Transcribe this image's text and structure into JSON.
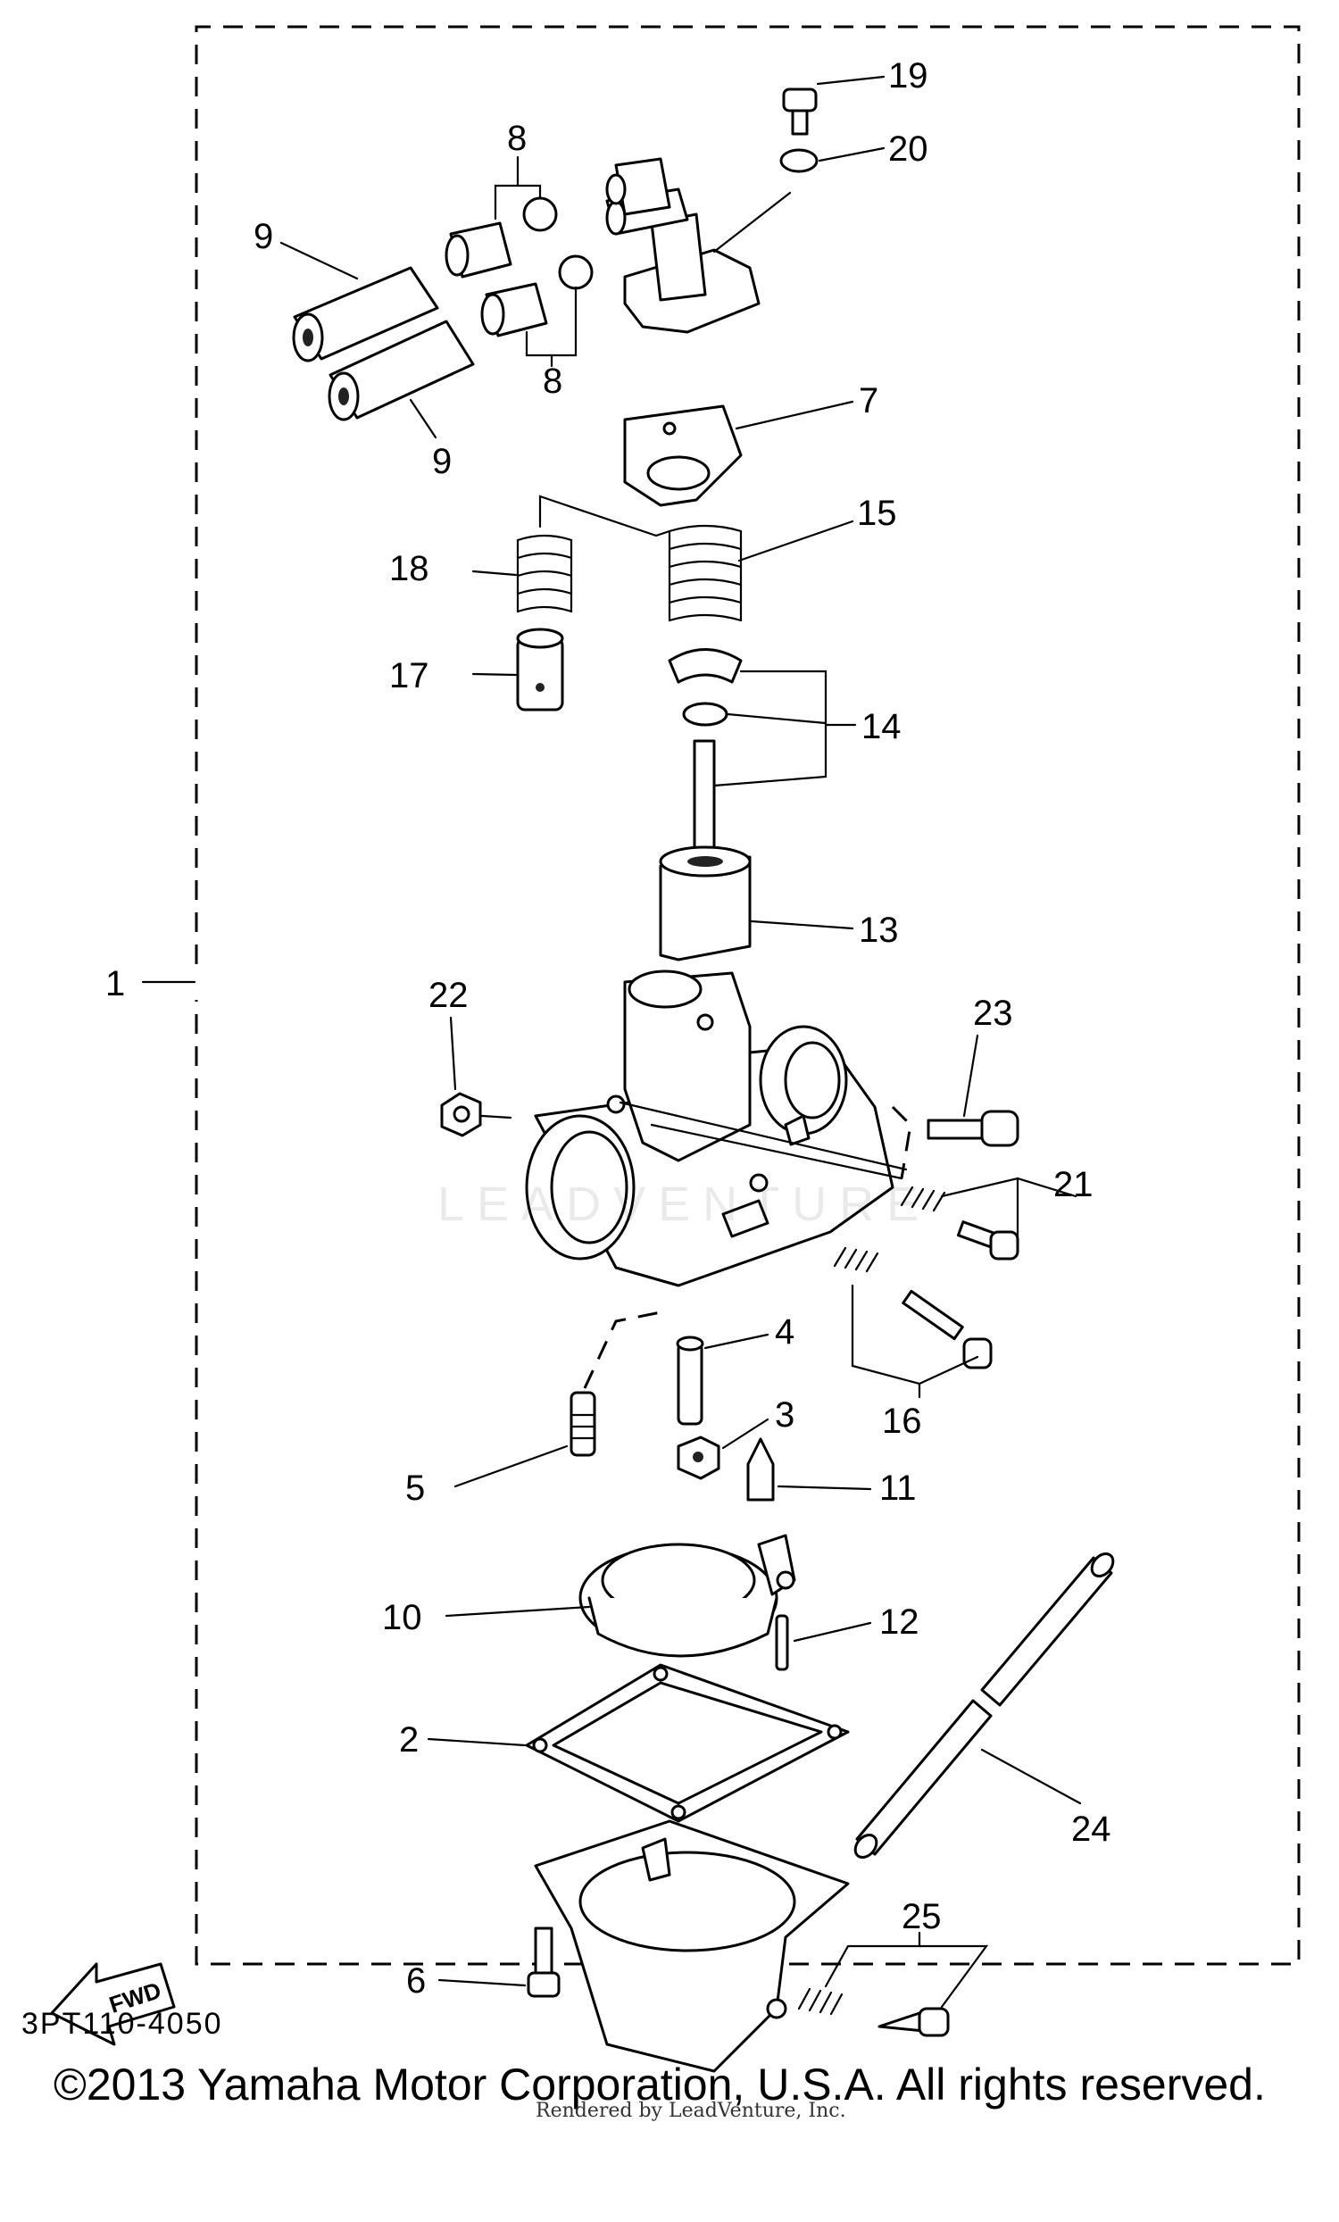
{
  "diagram": {
    "diagram_code": "3PT110-4050",
    "copyright": "©2013 Yamaha Motor Corporation, U.S.A. All rights reserved.",
    "render_credit": "Rendered by LeadVenture, Inc.",
    "watermark": "LEADVENTURE",
    "fwd_label": "FWD",
    "callouts": {
      "c1": "1",
      "c2": "2",
      "c3": "3",
      "c4": "4",
      "c5": "5",
      "c6": "6",
      "c7": "7",
      "c8a": "8",
      "c8b": "8",
      "c9a": "9",
      "c9b": "9",
      "c10": "10",
      "c11": "11",
      "c12": "12",
      "c13": "13",
      "c14": "14",
      "c15": "15",
      "c16": "16",
      "c17": "17",
      "c18": "18",
      "c19": "19",
      "c20": "20",
      "c21": "21",
      "c22": "22",
      "c23": "23",
      "c24": "24",
      "c25": "25"
    }
  }
}
